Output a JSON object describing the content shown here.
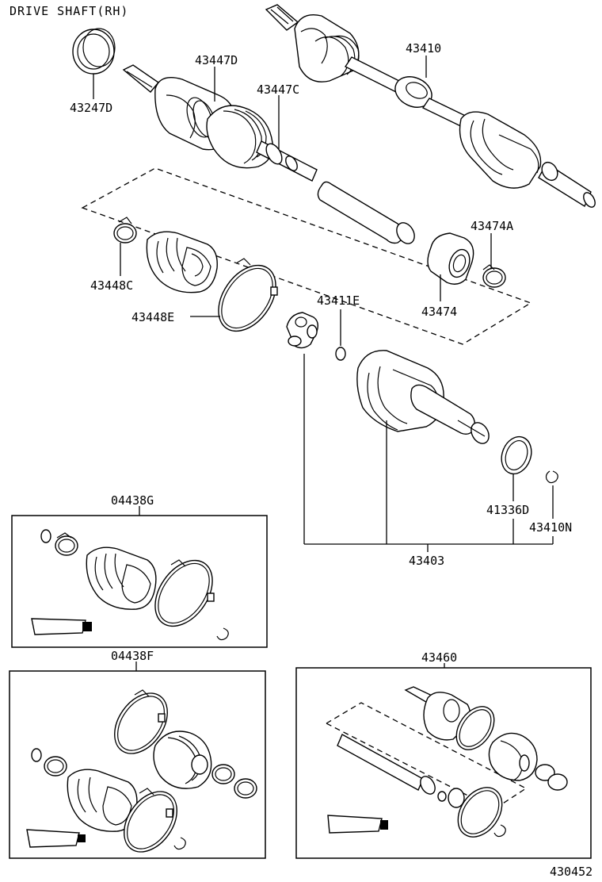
{
  "title": "DRIVE SHAFT(RH)",
  "figure_number": "430452",
  "part_labels": {
    "p43247D": "43247D",
    "p43447D": "43447D",
    "p43447C": "43447C",
    "p43410": "43410",
    "p43448C": "43448C",
    "p43448E": "43448E",
    "p43474A": "43474A",
    "p43474": "43474",
    "p43411E": "43411E",
    "p41336D": "41336D",
    "p43410N": "43410N",
    "p43403": "43403",
    "p04438G": "04438G",
    "p04438F": "04438F",
    "p43460": "43460"
  }
}
